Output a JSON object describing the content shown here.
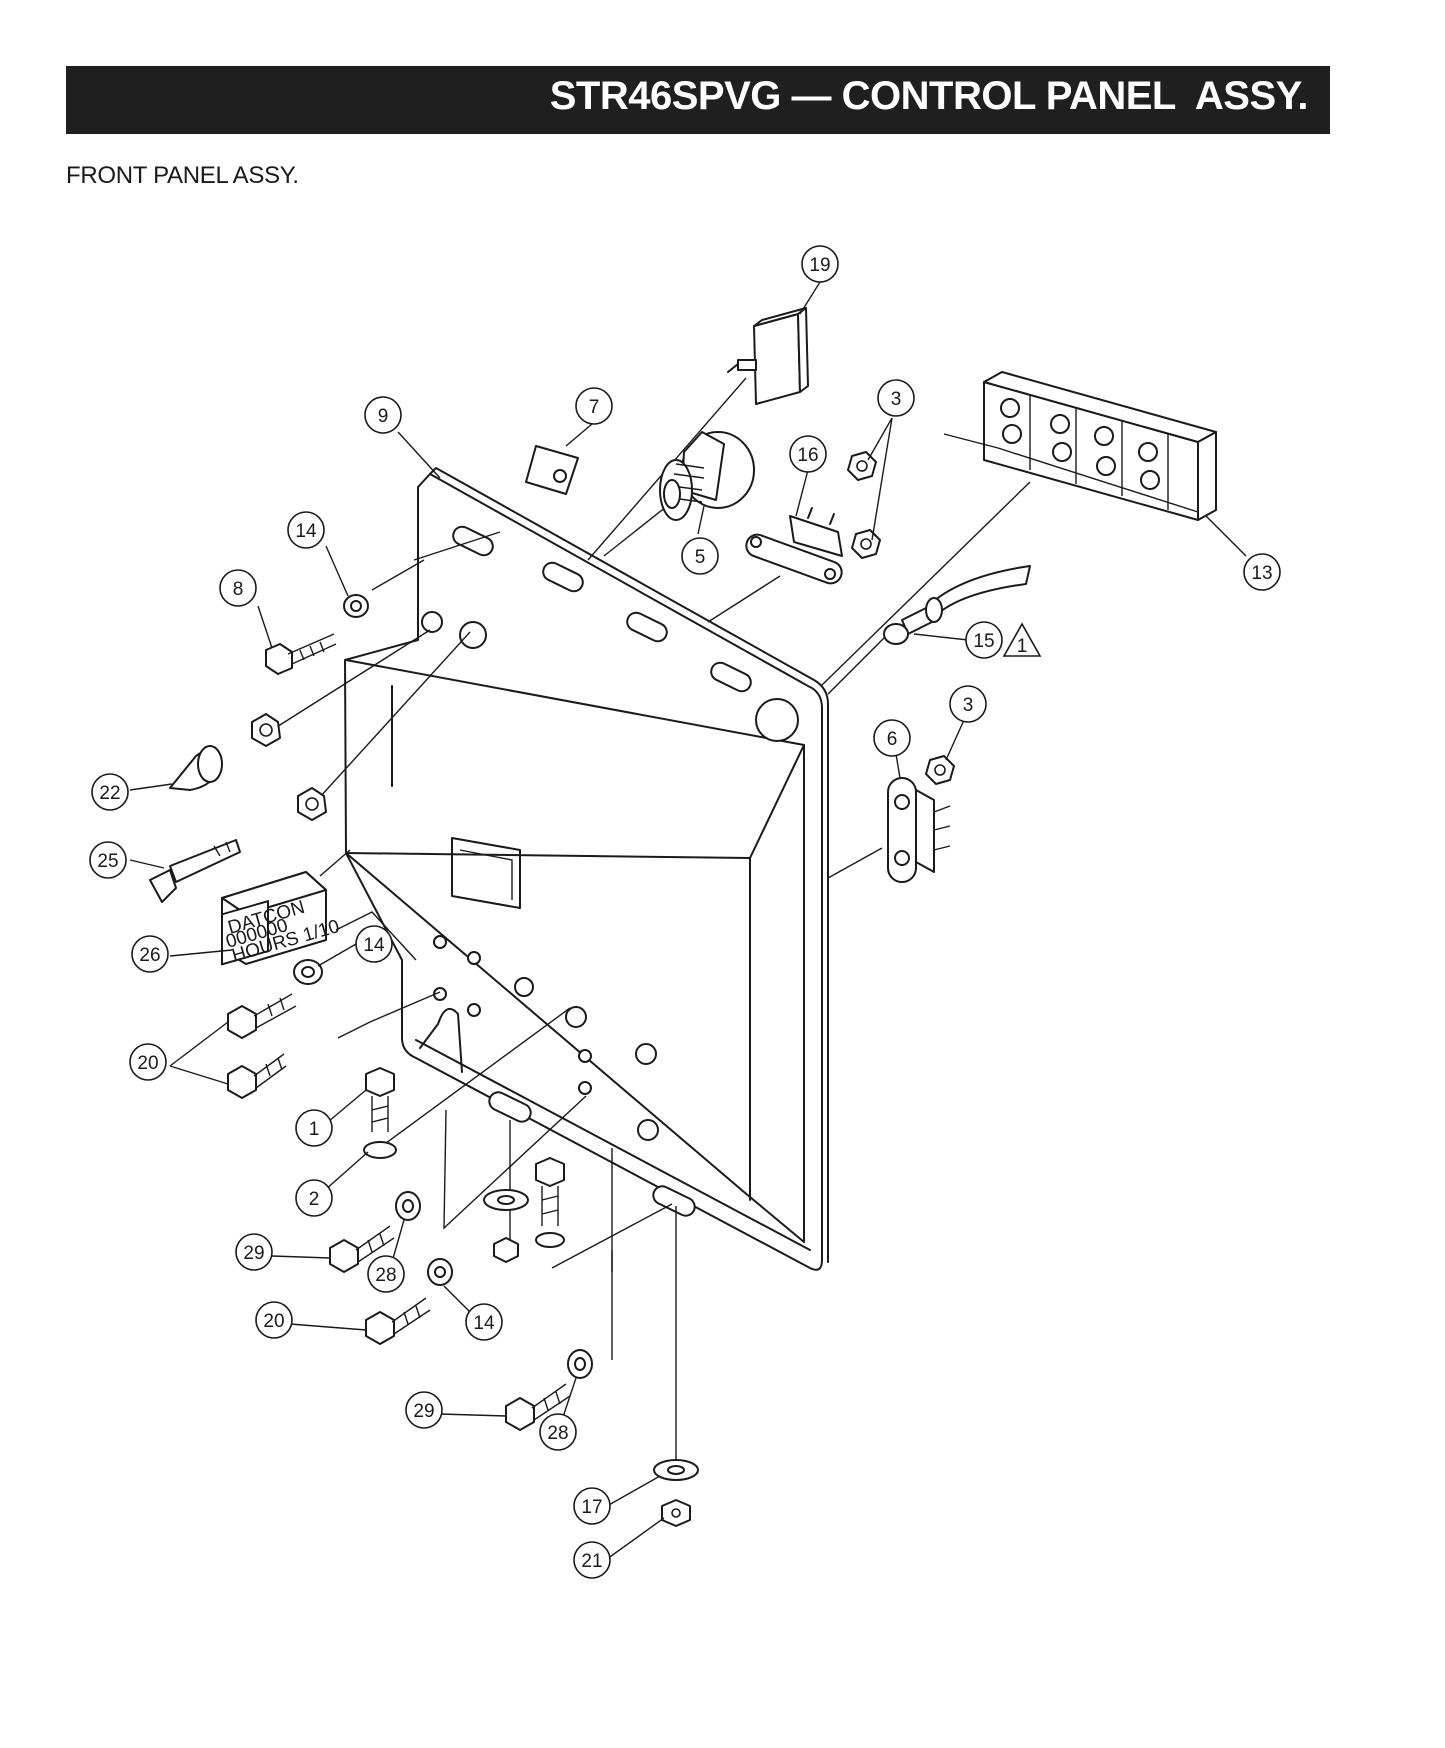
{
  "header": {
    "title": "STR46SPVG — CONTROL PANEL  ASSY."
  },
  "subtitle": "FRONT PANEL ASSY.",
  "callouts": [
    "19",
    "9",
    "7",
    "3",
    "16",
    "5",
    "13",
    "14",
    "8",
    "15",
    "1",
    "3",
    "6",
    "22",
    "25",
    "26",
    "14",
    "20",
    "1",
    "2",
    "29",
    "28",
    "20",
    "14",
    "29",
    "28",
    "17",
    "21"
  ],
  "hourmeter": {
    "brand": "DATCON",
    "digits": "000000",
    "label": "HOURS  1/10"
  }
}
